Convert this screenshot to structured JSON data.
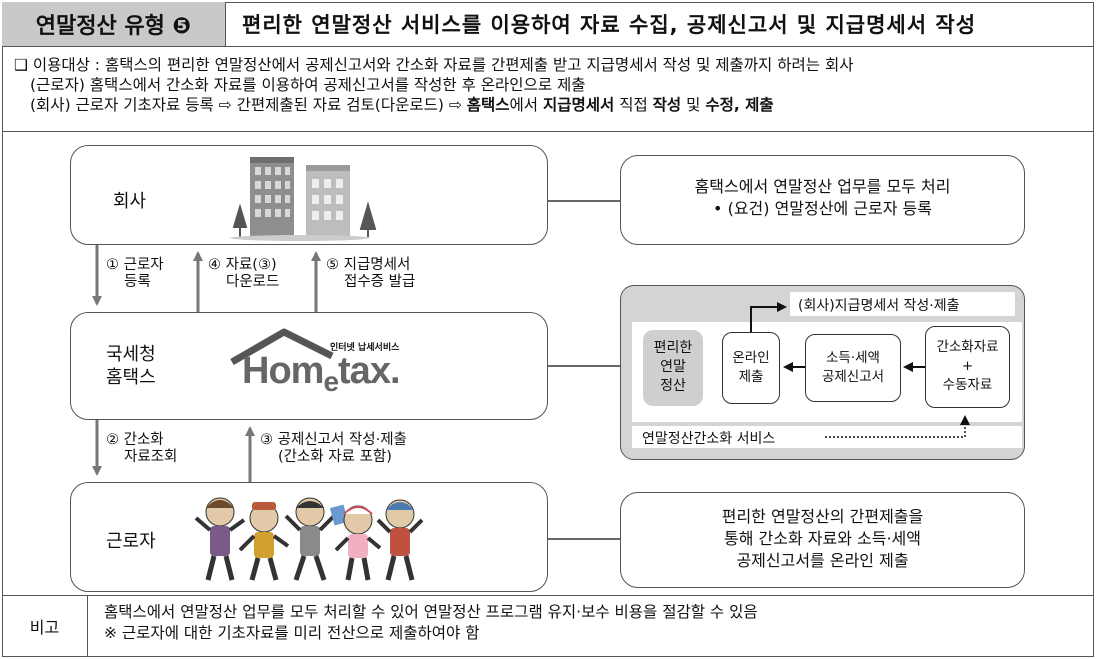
{
  "header": {
    "type_label": "연말정산 유형 ❺",
    "title": "편리한 연말정산 서비스를 이용하여 자료 수집, 공제신고서 및 지급명세서 작성"
  },
  "target": {
    "line1": "❑ 이용대상 : 홈택스의 편리한 연말정산에서 공제신고서와 간소화 자료를 간편제출 받고 지급명세서 작성 및 제출까지 하려는 회사",
    "line2": "(근로자) 홈택스에서 간소화 자료를 이용하여 공제신고서를 작성한 후 온라인으로 제출",
    "line3_prefix": "(회사) 근로자 기초자료 등록 ⇨ 간편제출된 자료 검토(다운로드) ⇨ ",
    "line3_b1": "홈택스",
    "line3_t1": "에서 ",
    "line3_b2": "지급명세서",
    "line3_t2": " 직접 ",
    "line3_b3": "작성",
    "line3_t3": " 및 ",
    "line3_b4": "수정, 제출"
  },
  "nodes": {
    "company": "회사",
    "nts_line1": "국세청",
    "nts_line2": "홈택스",
    "worker": "근로자",
    "hometax_logo_main": "Hom",
    "hometax_logo_e": "e",
    "hometax_logo_tail": "tax.",
    "hometax_logo_tag": "인터넷 납세서비스"
  },
  "arrows": {
    "a1_line1": "① 근로자",
    "a1_line2": "등록",
    "a4_line1": "④ 자료(③)",
    "a4_line2": "다운로드",
    "a5_line1": "⑤ 지급명세서",
    "a5_line2": "접수증 발급",
    "a2_line1": "② 간소화",
    "a2_line2": "자료조회",
    "a3_line1": "③ 공제신고서 작성·제출",
    "a3_line2": "(간소화 자료 포함)"
  },
  "callouts": {
    "company_line1": "홈택스에서 연말정산 업무를 모두 처리",
    "company_line2": "• (요건) 연말정산에 근로자 등록",
    "worker_line1": "편리한 연말정산의 간편제출을",
    "worker_line2": "통해 간소화 자료와 소득·세액",
    "worker_line3": "공제신고서를 온라인 제출"
  },
  "flow_panel": {
    "top_label": "(회사)지급명세서 작성·제출",
    "service_label_l1": "편리한",
    "service_label_l2": "연말",
    "service_label_l3": "정산",
    "step_online_l1": "온라인",
    "step_online_l2": "제출",
    "step_form_l1": "소득·세액",
    "step_form_l2": "공제신고서",
    "step_data_l1": "간소화자료",
    "step_data_l2": "+",
    "step_data_l3": "수동자료",
    "bottom_label": "연말정산간소화 서비스"
  },
  "note": {
    "label": "비고",
    "line1": "홈택스에서 연말정산 업무를 모두 처리할 수 있어 연말정산 프로그램 유지·보수 비용을 절감할 수 있음",
    "line2": "※ 근로자에 대한 기초자료를 미리 전산으로 제출하여야 함"
  }
}
